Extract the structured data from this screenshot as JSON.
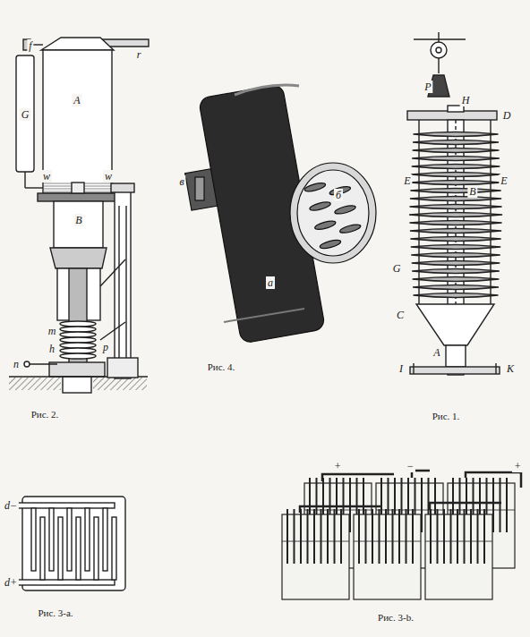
{
  "diagram": {
    "labels": [
      "f",
      "r",
      "G",
      "A",
      "w",
      "w",
      "B",
      "m",
      "h",
      "p",
      "n",
      "Рис. 2.",
      "в",
      "б",
      "а",
      "Рис. 4.",
      "P",
      "H",
      "D",
      "E",
      "E",
      "B",
      "G",
      "C",
      "A",
      "I",
      "K",
      "Рис. 1.",
      "d−",
      "d+",
      "Рис. 3-а.",
      "+",
      "−",
      "+",
      "Рис. 3-b."
    ]
  }
}
